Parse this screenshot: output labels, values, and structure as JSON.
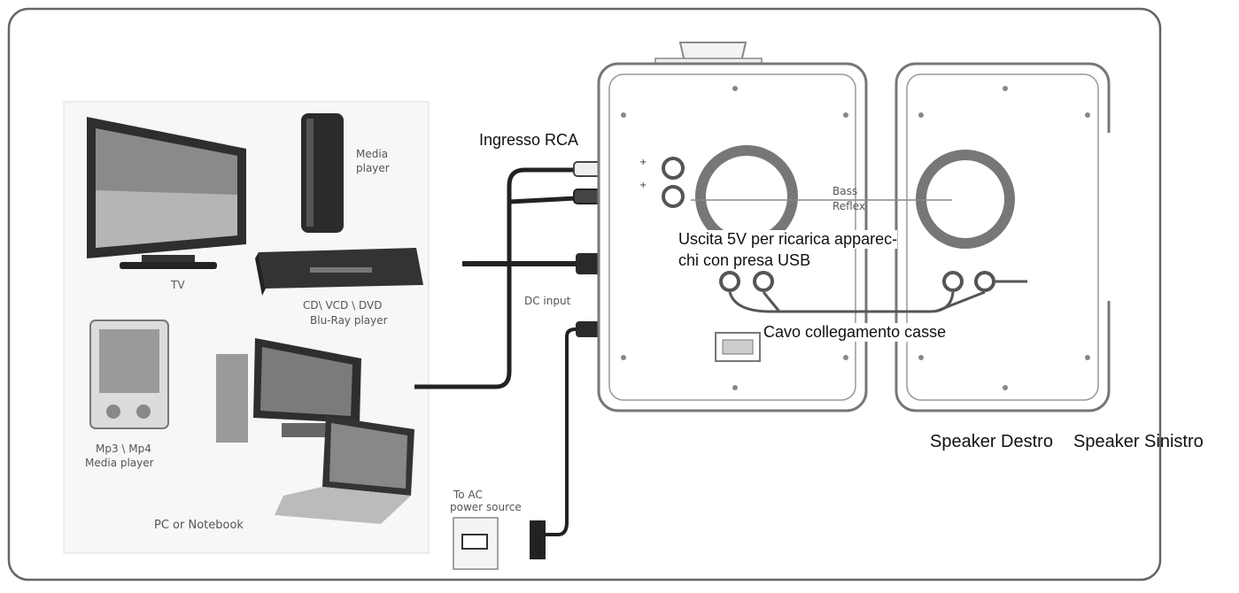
{
  "devices": {
    "tv": "TV",
    "media_player_line1": "Media",
    "media_player_line2": "player",
    "dvd_line1": "CD\\ VCD \\ DVD",
    "dvd_line2": "Blu-Ray player",
    "mp3_line1": "Mp3 \\ Mp4",
    "mp3_line2": "Media player",
    "pc": "PC or Notebook"
  },
  "panel": {
    "dc_input": "DC input",
    "to_ac_line1": "To AC",
    "to_ac_line2": "power source",
    "bass_reflex_line1": "Bass",
    "bass_reflex_line2": "Reflex"
  },
  "overlay": {
    "rca_input": "Ingresso RCA",
    "usb_out_line1": "Uscita 5V per ricarica apparec-",
    "usb_out_line2": "chi con presa USB",
    "speaker_cable": "Cavo collegamento casse",
    "speaker_right": "Speaker Destro",
    "speaker_left": "Speaker Sinistro"
  }
}
